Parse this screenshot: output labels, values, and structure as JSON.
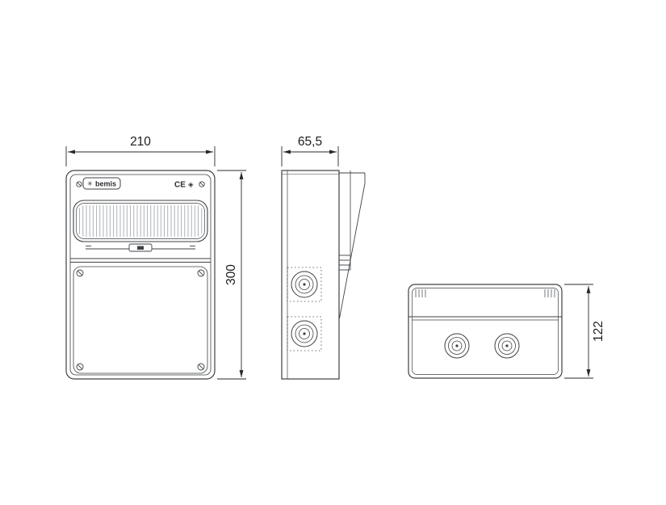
{
  "drawing": {
    "line_color": "#3d4044",
    "dim_color": "#202225"
  },
  "dimensions": {
    "width": "210",
    "depth": "65,5",
    "height": "300",
    "base_height": "122"
  },
  "front_view": {
    "brand": "bemis",
    "brand_icon": "✳",
    "ce_mark": "CE",
    "ce_icon": "◈"
  }
}
